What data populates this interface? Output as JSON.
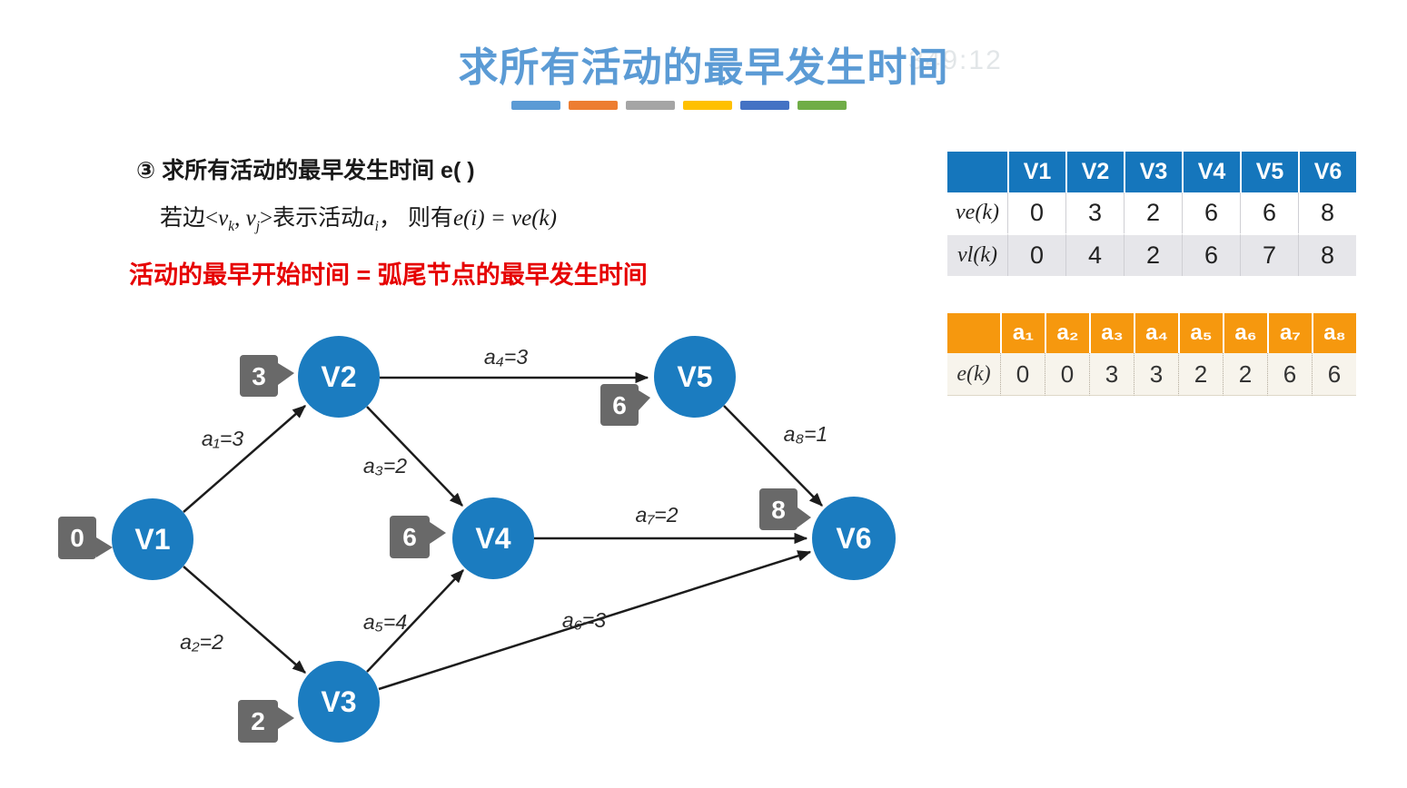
{
  "title": "求所有活动的最早发生时间",
  "watermark": "349:12",
  "title_bars": [
    "#5b9bd5",
    "#ed7d31",
    "#a5a5a5",
    "#ffc000",
    "#4472c4",
    "#70ad47"
  ],
  "intro": {
    "heading": "③ 求所有活动的最早发生时间 e( )",
    "formula": {
      "pre": "若边",
      "lt": "<",
      "v1": "v",
      "v1sub": "k",
      "comma": ", ",
      "v2": "v",
      "v2sub": "j",
      "gt": ">",
      "mid": "表示活动",
      "a": "a",
      "asub": "i",
      "then": "， 则有",
      "result": "e(i) = ve(k)"
    },
    "red_note": "活动的最早开始时间 = 弧尾节点的最早发生时间"
  },
  "tables": {
    "ve_vl": {
      "col_headers": [
        "V1",
        "V2",
        "V3",
        "V4",
        "V5",
        "V6"
      ],
      "rows": [
        {
          "label": "ve(k)",
          "values": [
            "0",
            "3",
            "2",
            "6",
            "6",
            "8"
          ]
        },
        {
          "label": "vl(k)",
          "values": [
            "0",
            "4",
            "2",
            "6",
            "7",
            "8"
          ]
        }
      ]
    },
    "e": {
      "col_headers": [
        "a₁",
        "a₂",
        "a₃",
        "a₄",
        "a₅",
        "a₆",
        "a₇",
        "a₈"
      ],
      "row_label": "e(k)",
      "values": [
        "0",
        "0",
        "3",
        "3",
        "2",
        "2",
        "6",
        "6"
      ]
    }
  },
  "graph": {
    "nodes": [
      {
        "label": "V1",
        "ve_badge": "0"
      },
      {
        "label": "V2",
        "ve_badge": "3"
      },
      {
        "label": "V3",
        "ve_badge": "2"
      },
      {
        "label": "V4",
        "ve_badge": "6"
      },
      {
        "label": "V5",
        "ve_badge": "6"
      },
      {
        "label": "V6",
        "ve_badge": "8"
      }
    ],
    "edges": [
      {
        "label": "a₁=3",
        "from": "V1",
        "to": "V2"
      },
      {
        "label": "a₂=2",
        "from": "V1",
        "to": "V3"
      },
      {
        "label": "a₃=2",
        "from": "V2",
        "to": "V4"
      },
      {
        "label": "a₄=3",
        "from": "V2",
        "to": "V5"
      },
      {
        "label": "a₅=4",
        "from": "V3",
        "to": "V4"
      },
      {
        "label": "a₆=3",
        "from": "V3",
        "to": "V6"
      },
      {
        "label": "a₇=2",
        "from": "V4",
        "to": "V6"
      },
      {
        "label": "a₈=1",
        "from": "V5",
        "to": "V6"
      }
    ]
  },
  "colors": {
    "title_blue": "#5b9bd5",
    "node_blue": "#1b7cc0",
    "table_header_blue": "#1576bc",
    "table_header_orange": "#f6980e",
    "badge_gray": "#696969",
    "note_red": "#e60000",
    "row_gray": "#e6e6ea",
    "row_cream": "#f7f4ec"
  }
}
